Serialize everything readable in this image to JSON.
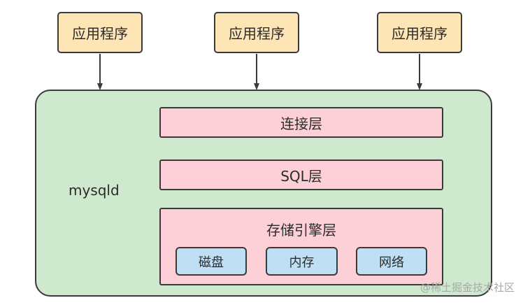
{
  "diagram": {
    "apps": [
      {
        "label": "应用程序"
      },
      {
        "label": "应用程序"
      },
      {
        "label": "应用程序"
      }
    ],
    "container_label": "mysqld",
    "layers": {
      "connection": "连接层",
      "sql": "SQL层",
      "storage_engine": "存储引擎层"
    },
    "storage_items": [
      "磁盘",
      "内存",
      "网络"
    ]
  },
  "watermark": "@稀土掘金技术社区",
  "colors": {
    "app_fill": "#fde5b5",
    "container_fill": "#cfe9cf",
    "layer_fill": "#fdd0d8",
    "storage_item_fill": "#bfe0f4",
    "stroke": "#3a3a3a"
  }
}
